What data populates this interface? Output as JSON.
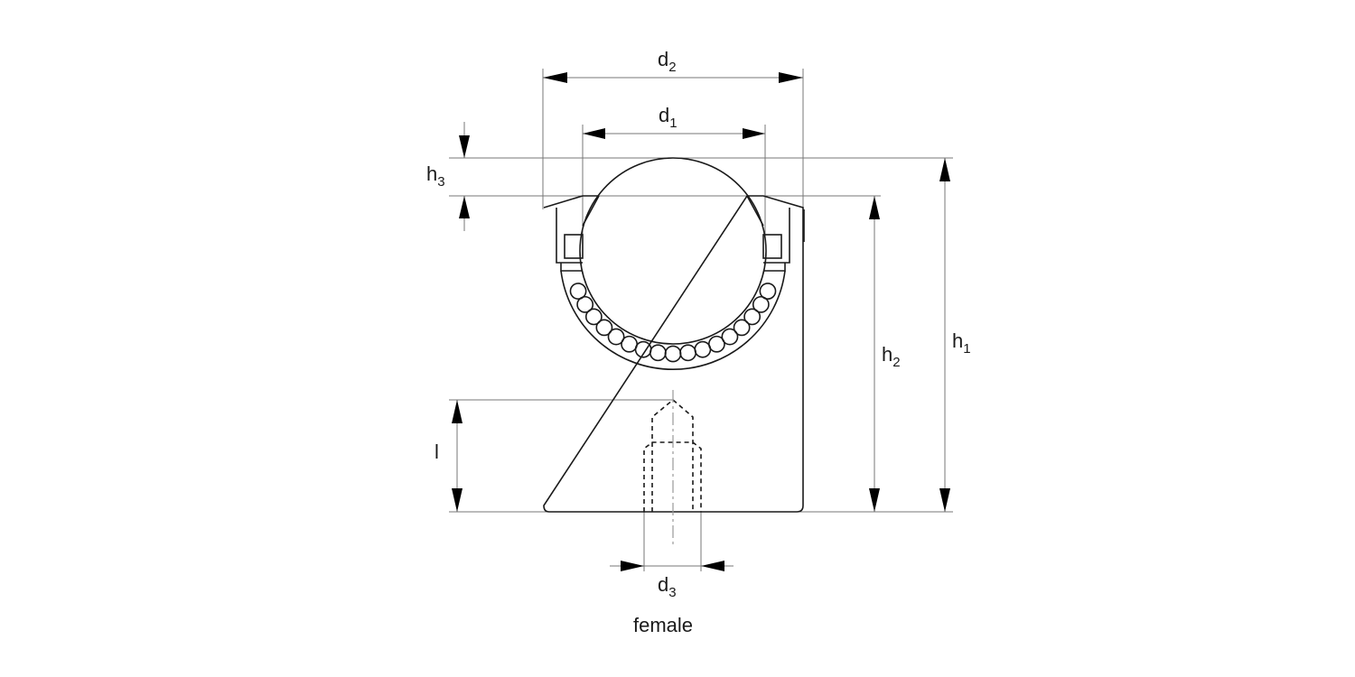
{
  "dimensions": {
    "d2": {
      "base": "d",
      "sub": "2"
    },
    "d1": {
      "base": "d",
      "sub": "1"
    },
    "d3": {
      "base": "d",
      "sub": "3"
    },
    "h1": {
      "base": "h",
      "sub": "1"
    },
    "h2": {
      "base": "h",
      "sub": "2"
    },
    "h3": {
      "base": "h",
      "sub": "3"
    },
    "l": {
      "base": "l"
    }
  },
  "caption": "female"
}
